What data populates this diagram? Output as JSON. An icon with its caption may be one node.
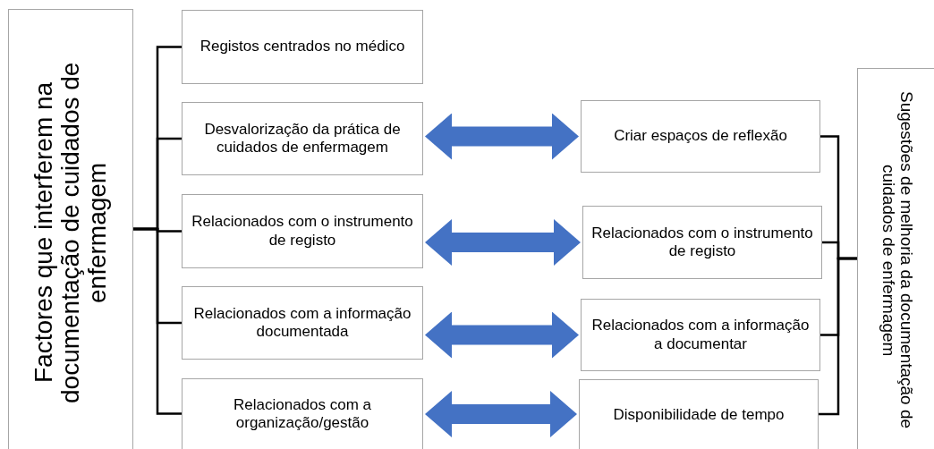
{
  "diagram": {
    "nodes": [
      {
        "text": [
          "Factores que interferem na documentação de cuidados de enfermagem"
        ]
      },
      {
        "text": [
          "Registos centrados no médico"
        ]
      },
      {
        "text": [
          "Desvalorização da prática de cuidados de enfermagem"
        ]
      },
      {
        "text": [
          "Relacionados com o instrumento de registo"
        ]
      },
      {
        "text": [
          "Relacionados com a informação documentada"
        ]
      },
      {
        "text": [
          "Relacionados com a organização/gestão"
        ]
      },
      {
        "text": [
          "Criar espaços de reflexão"
        ]
      },
      {
        "text": [
          "Relacionados com o instrumento de registo"
        ]
      },
      {
        "text": [
          "Relacionados com a informação a documentar"
        ]
      },
      {
        "text": [
          "Disponibilidade de tempo"
        ]
      },
      {
        "text": [
          "Sugestões de melhoria da documentação de cuidados de enfermagem"
        ]
      }
    ],
    "edges": [
      {
        "from": 0,
        "to": 1,
        "arrow": "none"
      },
      {
        "from": 0,
        "to": 2,
        "arrow": "none"
      },
      {
        "from": 0,
        "to": 3,
        "arrow": "none"
      },
      {
        "from": 0,
        "to": 4,
        "arrow": "none"
      },
      {
        "from": 0,
        "to": 5,
        "arrow": "none"
      },
      {
        "from": 2,
        "to": 6,
        "arrow": "both",
        "style": "thick",
        "color": "#4472c4"
      },
      {
        "from": 3,
        "to": 7,
        "arrow": "both",
        "style": "thick",
        "color": "#4472c4"
      },
      {
        "from": 4,
        "to": 8,
        "arrow": "both",
        "style": "thick",
        "color": "#4472c4"
      },
      {
        "from": 5,
        "to": 9,
        "arrow": "both",
        "style": "thick",
        "color": "#4472c4"
      },
      {
        "from": 6,
        "to": 10,
        "arrow": "none"
      },
      {
        "from": 7,
        "to": 10,
        "arrow": "none"
      },
      {
        "from": 8,
        "to": 10,
        "arrow": "none"
      },
      {
        "from": 9,
        "to": 10,
        "arrow": "none"
      }
    ]
  }
}
